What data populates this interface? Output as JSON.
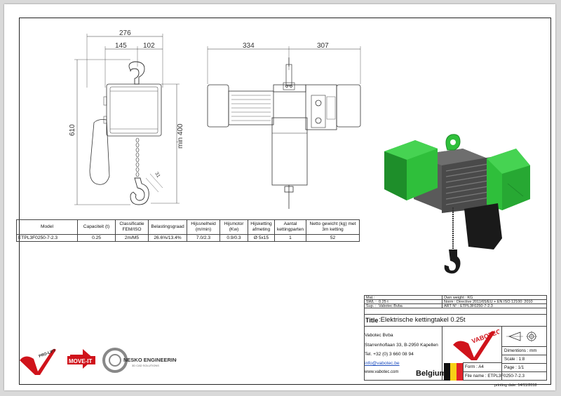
{
  "drawing": {
    "dims": {
      "d276": "276",
      "d145": "145",
      "d102": "102",
      "d610": "610",
      "dmin400": "min 400",
      "d334": "334",
      "d307": "307",
      "d31": "31"
    }
  },
  "spec_table": {
    "headers": [
      "Model",
      "Capaciteit (t)",
      "Classificatie FEM/ISO",
      "Belastingsgraad",
      "Hijssnelheid (m/min)",
      "Hijsmotor (Kw)",
      "Hijsketting afmeting",
      "Aantal kettingparten",
      "Netto gewicht (kg) met 3m ketting"
    ],
    "row": [
      "ETPL3F0250-7-2.3",
      "0.25",
      "2m/M5",
      "26.6%/13.4%",
      "7.0/2.3",
      "0.9/0.3",
      "Ø 5x15",
      "1",
      "52"
    ]
  },
  "title_block": {
    "mat_label": "Mat.:",
    "swl_label": "SWL :",
    "swl_value": "0.25 t",
    "sup_label": "Sup. :",
    "sup_value": "Vabotec Bvba",
    "own_weight": "Own weight :  KG",
    "norm": "Norm  :  Directive 2011/65/EU + EN ISO 12100: 2010",
    "art": "ART N° : ETPL3F0250-7-2.3",
    "title_label": "Title",
    "title_value": ":Elektrische kettingtakel 0.25t",
    "company": "Vabotec Bvba",
    "street": "Starrenhoflaan 33, B-2950 Kapellen",
    "tel": "Tel. +32 (0) 3 660 08 94",
    "email": "info@vabotec.be",
    "web": "www.vabotec.com",
    "country": "Belgium",
    "dimensions": "Dimentions : mm",
    "scale": "Scale  : 1:8",
    "form": "Form : A4",
    "page": "Page : 1/1",
    "file_name": "File name  : ETPL3F0250-7-2.3",
    "printing_date": "printing date:  14/11/2018"
  },
  "logos": {
    "pro_lift": "PRO-LIFT",
    "move_it": "MOVE-IT",
    "nesko": "NESKO ENGINEERING",
    "nesko_sub": "3D CAD SOLUTIONS",
    "vabotec": "VABOTEC"
  },
  "colors": {
    "green": "#2fbf3b",
    "dark_green": "#1e8e2a",
    "body_grey": "#5a5a5a",
    "red": "#d0131b",
    "belgium_black": "#111111",
    "belgium_yellow": "#f7d117",
    "belgium_red": "#e2222a"
  }
}
